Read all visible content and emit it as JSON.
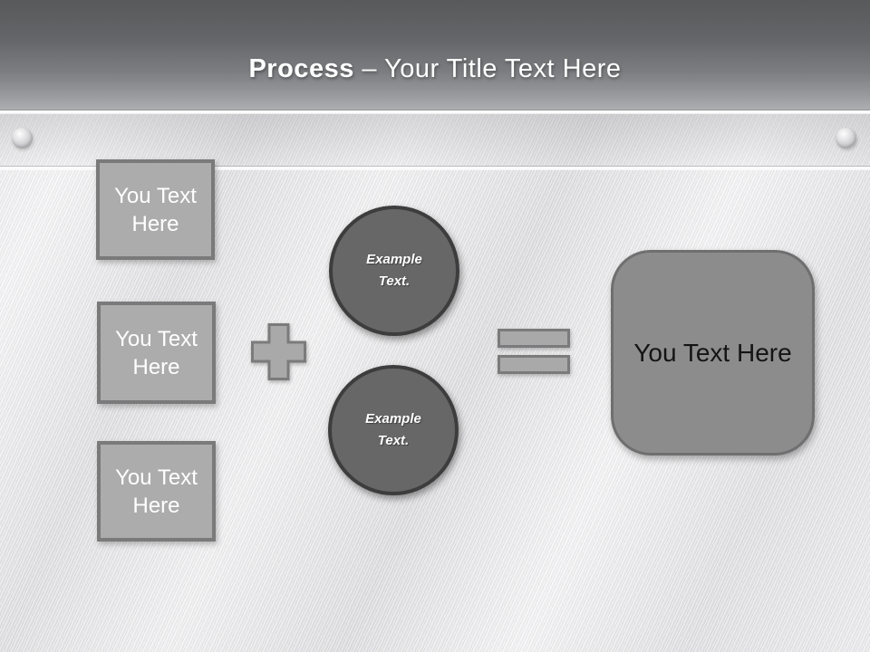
{
  "title": {
    "bold": "Process",
    "rest": " – Your Title Text Here"
  },
  "boxes": [
    {
      "label": "You Text Here"
    },
    {
      "label": "You Text Here"
    },
    {
      "label": "You Text Here"
    }
  ],
  "operators": {
    "plus": "plus-icon",
    "equals": "equals-icon"
  },
  "circles": [
    {
      "label": "Example Text."
    },
    {
      "label": "Example Text."
    }
  ],
  "result": {
    "label": "You Text Here"
  },
  "decor": {
    "rivet": "rivet-icon",
    "groove": "metal-groove"
  },
  "colors": {
    "header_top": "#58595b",
    "header_bottom": "#aeafb2",
    "title_text": "#ffffff",
    "box_fill": "#acacac",
    "box_border": "#7a7a7a",
    "operator_fill": "#a9a9a9",
    "operator_border": "#7b7b7b",
    "circle_fill": "#676767",
    "circle_border": "#3d3d3d",
    "result_fill": "#8c8c8c",
    "result_border": "#6f6f70",
    "result_text": "#141414",
    "background_base": "#e8e8ea"
  }
}
